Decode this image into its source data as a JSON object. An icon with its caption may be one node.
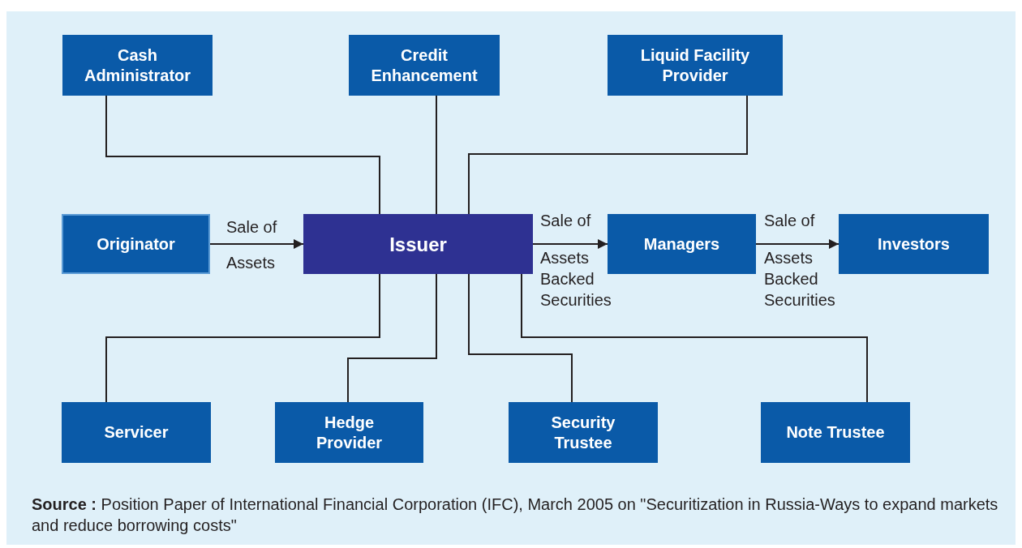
{
  "diagram": {
    "caption": "**Source :** Position Paper of International Financial Corporation (IFC), March 2005 on \"Securitization in Russia-Ways to expand markets and reduce borrowing costs\"",
    "nodes": [
      {
        "text": [
          "Cash Administrator"
        ]
      },
      {
        "text": [
          "Credit Enhancement"
        ]
      },
      {
        "text": [
          "Liquid Facility Provider"
        ]
      },
      {
        "text": [
          "Originator"
        ]
      },
      {
        "text": [
          "Issuer"
        ]
      },
      {
        "text": [
          "Managers"
        ]
      },
      {
        "text": [
          "Investors"
        ]
      },
      {
        "text": [
          "Servicer"
        ]
      },
      {
        "text": [
          "Hedge Provider"
        ]
      },
      {
        "text": [
          "Security Trustee"
        ]
      },
      {
        "text": [
          "Note Trustee"
        ]
      }
    ],
    "edges": [
      {
        "from": 0,
        "to": 4,
        "arrow": "none"
      },
      {
        "from": 1,
        "to": 4,
        "arrow": "none"
      },
      {
        "from": 2,
        "to": 4,
        "arrow": "none"
      },
      {
        "from": 3,
        "to": 4,
        "arrow": "to",
        "label": "Sale of Assets"
      },
      {
        "from": 4,
        "to": 5,
        "arrow": "to",
        "label": "Sale of Assets Backed Securities"
      },
      {
        "from": 5,
        "to": 6,
        "arrow": "to",
        "label": "Sale of Assets Backed Securities"
      },
      {
        "from": 4,
        "to": 7,
        "arrow": "none"
      },
      {
        "from": 4,
        "to": 8,
        "arrow": "none"
      },
      {
        "from": 4,
        "to": 9,
        "arrow": "none"
      },
      {
        "from": 4,
        "to": 10,
        "arrow": "none"
      }
    ]
  }
}
